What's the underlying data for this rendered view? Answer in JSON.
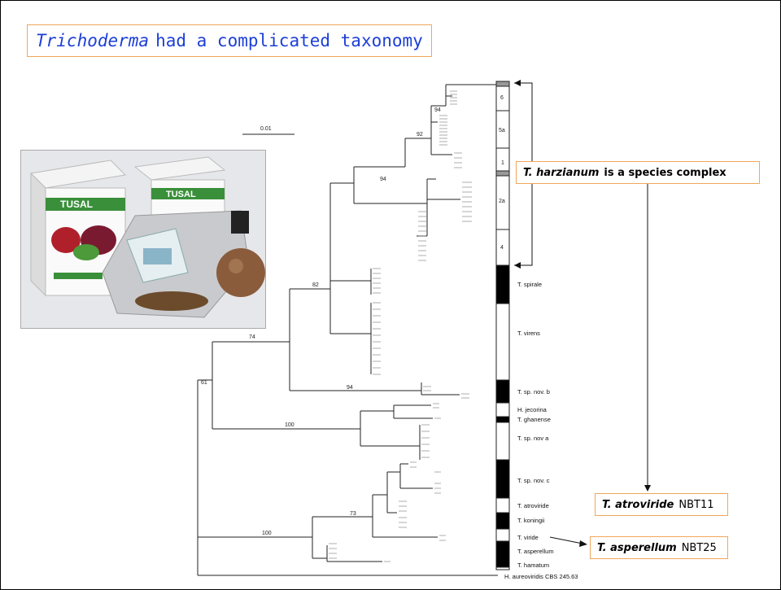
{
  "title": {
    "italic": "Trichoderma",
    "rest": "had a complicated taxonomy"
  },
  "scale_bar": "0.01",
  "callouts": {
    "harzianum": {
      "name": "T. harzianum",
      "rest": "is a species complex"
    },
    "atroviride": {
      "name": "T. atroviride",
      "rest": "NBT11"
    },
    "asperellum": {
      "name": "T. asperellum",
      "rest": "NBT25"
    }
  },
  "photo": {
    "brand": "TUSAL"
  },
  "bootstrap": [
    "61",
    "74",
    "82",
    "94",
    "92",
    "94",
    "94",
    "100",
    "73",
    "100"
  ],
  "clade_labels": [
    "6",
    "5a",
    "1",
    "2a",
    "4",
    "T. spirale",
    "T. virens",
    "T. sp. nov. b",
    "H. jecorina",
    "T. ghanense",
    "T. sp. nov a",
    "T. sp. nov. c",
    "T. atroviride",
    "T. koningii",
    "T. viride",
    "T. asperellum",
    "T. hamatum"
  ],
  "outgroup": "H. aureoviridis CBS 245.63"
}
